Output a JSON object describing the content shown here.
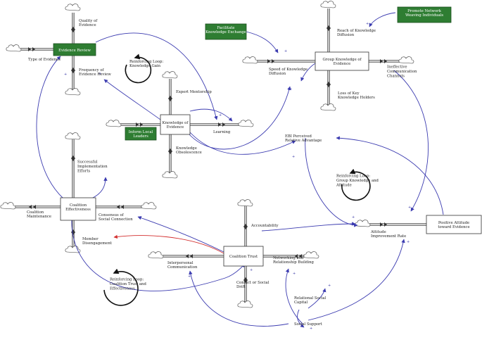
{
  "stocks": {
    "evidence_review": "Evidence Review",
    "knowledge_of_evidence": "Knowledge of Evidence",
    "group_knowledge": "Group Knowledge of Evidence",
    "coalition_effectiveness": "Coalition Effectiveness",
    "coalition_trust": "Coalition Trust",
    "positive_attitude": "Positive Attitude toward Evidence"
  },
  "green_boxes": {
    "facilitate_exchange": "Facilitate Knowledge Exchange",
    "promote_networks": "Promote Network Weaving Individuals",
    "inform_leaders": "Inform Local Leaders"
  },
  "labels": {
    "quality_of_evidence": "Quality of Evidence",
    "type_of_evidence": "Type of Evidence",
    "frequency_review": "Frequency of Evidence Review",
    "expert_mentorship": "Expert Mentorship",
    "learning": "Learning",
    "knowledge_obsolescence": "Knowledge Obsolescence",
    "speed_diffusion": "Speed of Knowledge Diffusion",
    "reach_diffusion": "Reach of Knowledge Diffusion",
    "ineffective_channels": "Ineffective Communication Channels",
    "loss_key_holders": "Loss of Key Knowledge Holders",
    "ebi_advantage": "EBI Perceived Relative Advantage",
    "successful_efforts": "Successful Implementation Efforts",
    "coalition_maintenance": "Coalition Maintenance",
    "consensus": "Consensus of Social Connection",
    "member_disengagement": "Member Disengagement",
    "accountability": "Accountability",
    "interpersonal_communication": "Interpersonal Communication",
    "networking": "Networking and Relationship Building",
    "conflict": "Conflict or Social Drift",
    "relational_capital": "Relational Social Capital",
    "social_support": "Social Support",
    "attitude_rate": "Attitude Improvement Rate"
  },
  "loops": {
    "knowledge_gain": "Reinforcing Loop: Knowledge Gain",
    "group_knowledge": "Reinforcing Loop: Group Knowledge and Attitude",
    "trust_effectiveness": "Reinforcing Loop: Coalition Trust and Effectiveness"
  },
  "polarity": "+",
  "colors": {
    "link": "#3b3bb0",
    "negative_link": "#d32f2f",
    "green_box": "#2e7d32",
    "stock_border": "#333333"
  }
}
